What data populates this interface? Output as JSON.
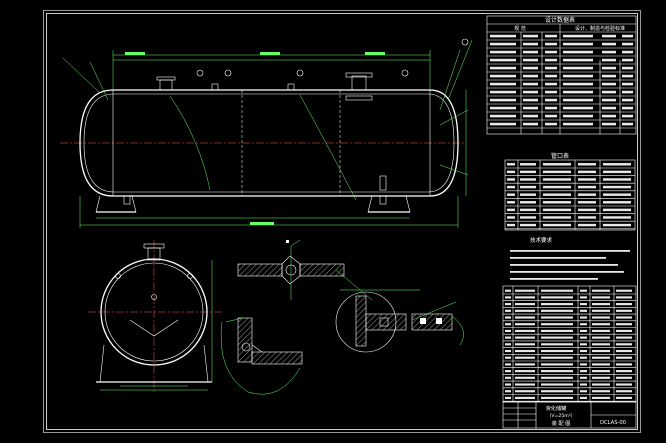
{
  "colors": {
    "background": "#000000",
    "outline": "#ffffff",
    "dimension": "#66ff66",
    "centerline": "#ff5555",
    "label": "#ffff55",
    "nozzle": "#ffee33"
  },
  "title_block": {
    "title_line1": "液化储罐",
    "title_line2": "(V=25m³)",
    "title_line3": "装 配 图",
    "drawing_no": "DCLAS-00"
  },
  "notes": {
    "heading": "技术要求"
  },
  "tables": {
    "design_data_title": "设计数据表",
    "nozzle_table_title": "管口表",
    "design_col1": "规 范",
    "design_col2": "设计、制造与检验标准"
  }
}
